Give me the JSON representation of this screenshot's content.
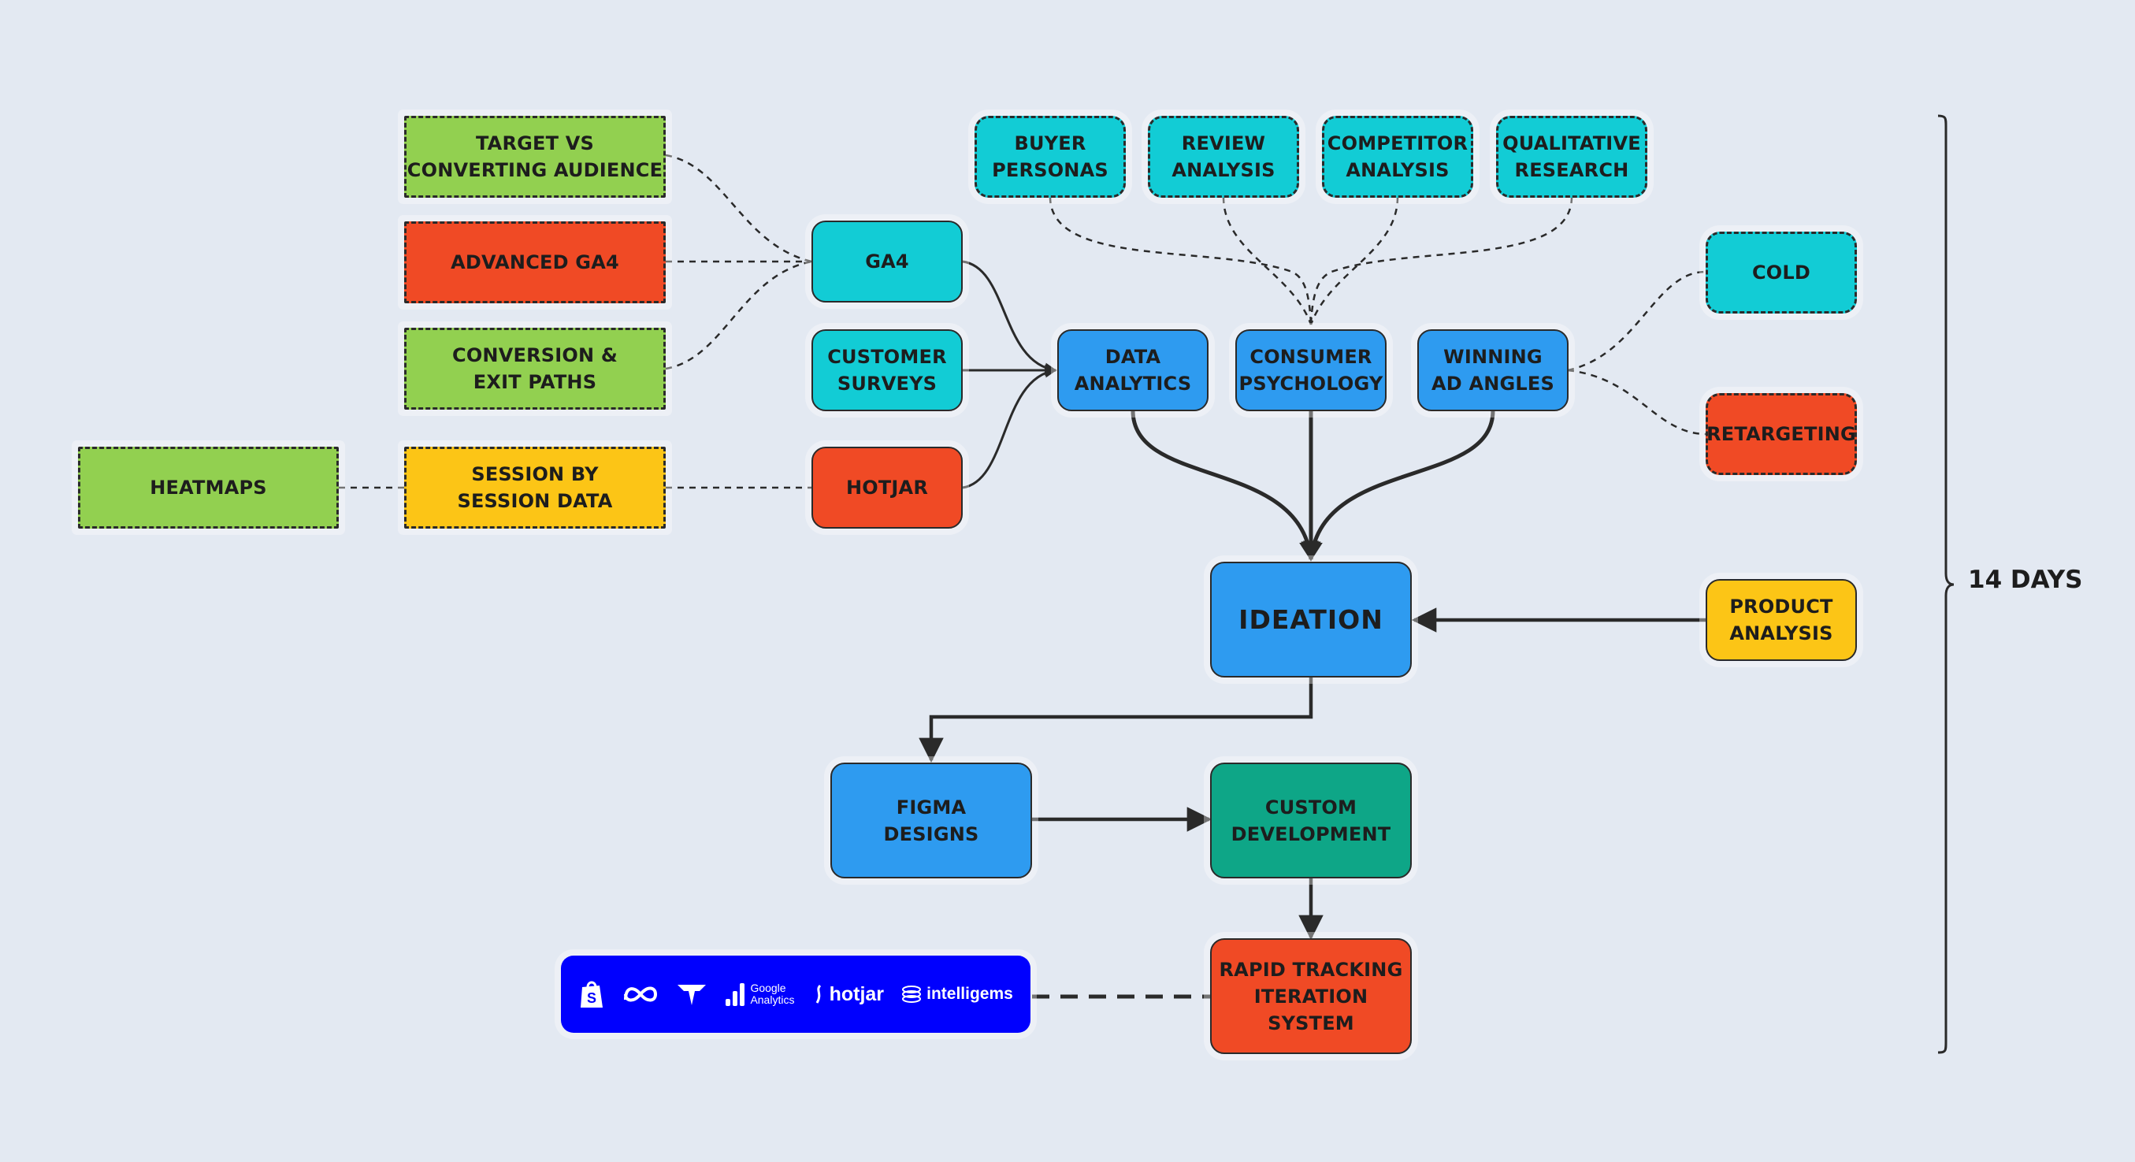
{
  "nodes": {
    "target_vs_converting": "TARGET VS\nCONVERTING AUDIENCE",
    "advanced_ga4": "ADVANCED GA4",
    "conversion_exit_paths": "CONVERSION &\nEXIT PATHS",
    "heatmaps": "HEATMAPS",
    "session_by_session": "SESSION BY\nSESSION DATA",
    "ga4": "GA4",
    "customer_surveys": "CUSTOMER\nSURVEYS",
    "hotjar": "HOTJAR",
    "buyer_personas": "BUYER\nPERSONAS",
    "review_analysis": "REVIEW\nANALYSIS",
    "competitor_analysis": "COMPETITOR\nANALYSIS",
    "qualitative_research": "QUALITATIVE\nRESEARCH",
    "data_analytics": "DATA\nANALYTICS",
    "consumer_psychology": "CONSUMER\nPSYCHOLOGY",
    "winning_ad_angles": "WINNING\nAD ANGLES",
    "cold": "COLD",
    "retargeting": "RETARGETING",
    "ideation": "IDEATION",
    "product_analysis": "PRODUCT\nANALYSIS",
    "figma_designs": "FIGMA\nDESIGNS",
    "custom_development": "CUSTOM\nDEVELOPMENT",
    "rapid_tracking": "RAPID TRACKING\nITERATION SYSTEM"
  },
  "tools": {
    "icons": [
      "shopify-icon",
      "meta-icon",
      "triple-whale-icon",
      "google-analytics-icon",
      "hotjar-icon",
      "intelligems-icon"
    ],
    "google_analytics_line1": "Google",
    "google_analytics_line2": "Analytics",
    "hotjar": "hotjar",
    "intelligems": "intelligems"
  },
  "duration": "14 DAYS",
  "colors": {
    "background": "#e3e9f2",
    "green": "#92d050",
    "red": "#f04a25",
    "yellow": "#fcc516",
    "cyan": "#12ccd5",
    "blue": "#2e9bf0",
    "teal": "#0ea687",
    "tools_bar": "#0000fe"
  }
}
